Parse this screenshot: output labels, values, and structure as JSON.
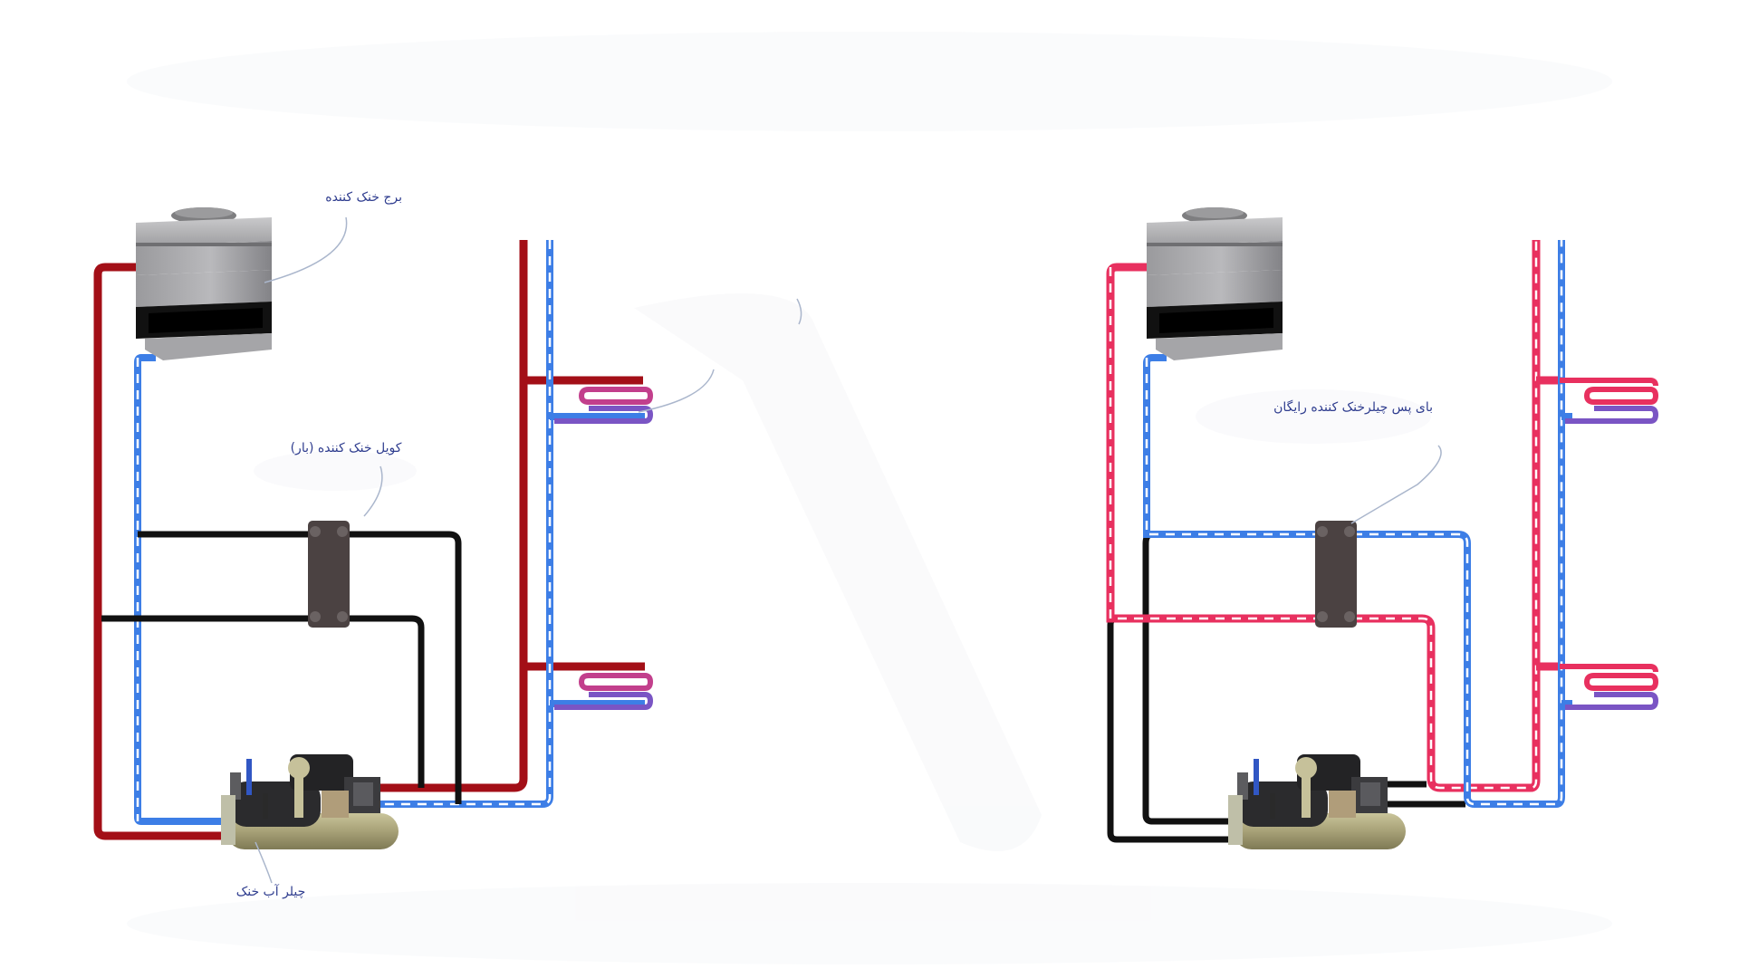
{
  "labels": {
    "cooling_tower": "برج خنک کننده",
    "cooling_coil": "کویل خنک کننده (بار)",
    "water_chiller": "چیلر آب خنک",
    "free_cooling_bypass": "بای پس چیلر‌خنک کننده رایگان"
  },
  "colors": {
    "hot_water_pipe_left": "#a30f17",
    "hot_water_pipe_right": "#e8305f",
    "cold_water_pipe": "#3d7ee6",
    "condenser_loop_pipe": "#111111",
    "coil_return_pipe": "#8a5bc8",
    "label_text": "#2f3d8f",
    "leader_line": "#aab6cc"
  }
}
